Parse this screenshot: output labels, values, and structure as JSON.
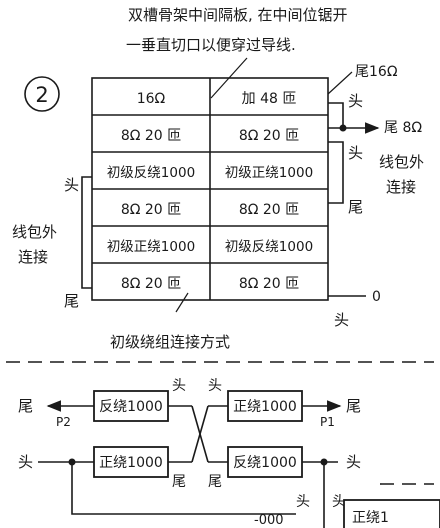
{
  "top_note": {
    "line1": "双槽骨架中间隔板, 在中间位锯开",
    "line2": "一垂直切口以便穿过导线."
  },
  "circle_number": "2",
  "grid": {
    "rows": [
      [
        "16Ω",
        "加 48 匝"
      ],
      [
        "8Ω 20 匝",
        "8Ω 20 匝"
      ],
      [
        "初级反绕1000",
        "初级正绕1000"
      ],
      [
        "8Ω 20 匝",
        "8Ω 20 匝"
      ],
      [
        "初级正绕1000",
        "初级反绕1000"
      ],
      [
        "8Ω 20 匝",
        "8Ω 20 匝"
      ]
    ]
  },
  "right_labels": {
    "tail_16": "尾16Ω",
    "head_1": "头",
    "tail_8": "尾 8Ω",
    "head_2": "头",
    "outer_connect": "线包外",
    "outer_connect2": "连接",
    "tail": "尾",
    "zero": "0",
    "head_bottom": "头"
  },
  "left_labels": {
    "head": "头",
    "outer_connect": "线包外",
    "outer_connect2": "连接",
    "tail": "尾"
  },
  "caption": "初级绕组连接方式",
  "schematic": {
    "box_reverse_1": "反绕1000",
    "box_forward_1": "正绕1000",
    "box_forward_2": "正绕1000",
    "box_reverse_2": "反绕1000",
    "tail_left": "尾",
    "p2": "P2",
    "head_mid_top": "头",
    "head_mid_top2": "头",
    "tail_right": "尾",
    "p1": "P1",
    "head_left": "头",
    "tail_mid_1": "尾",
    "tail_mid_2": "尾",
    "head_right": "头",
    "bottom_head_1": "头",
    "bottom_head_2": "头",
    "bottom_partial": "-000",
    "bottom_box": "正绕1"
  }
}
